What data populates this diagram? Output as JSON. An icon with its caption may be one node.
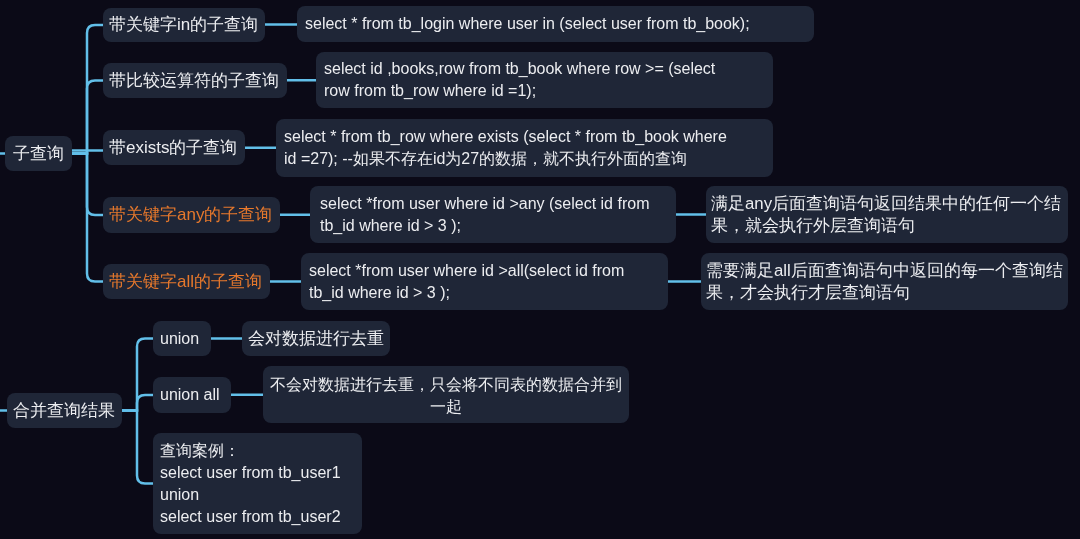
{
  "diagram": {
    "nodes": [
      {
        "text": [
          "子查询"
        ]
      },
      {
        "text": [
          "带关键字in的子查询"
        ]
      },
      {
        "text": [
          "select * from tb_login where user in (select user from tb_book);"
        ]
      },
      {
        "text": [
          "带比较运算符的子查询"
        ]
      },
      {
        "text": [
          "select id ,books,row from tb_book where row >= (select row from tb_row where id =1);"
        ]
      },
      {
        "text": [
          "带exists的子查询"
        ]
      },
      {
        "text": [
          "select * from tb_row where exists (select * from tb_book where id =27); --如果不存在id为27的数据，就不执行外面的查询"
        ]
      },
      {
        "text": [
          "带关键字any的子查询"
        ]
      },
      {
        "text": [
          "select *from user where id >any (select id from tb_id where id > 3 );"
        ]
      },
      {
        "text": [
          "满足any后面查询语句返回结果中的任何一个结果，就会执行外层查询语句"
        ]
      },
      {
        "text": [
          "带关键字all的子查询"
        ]
      },
      {
        "text": [
          "select *from user where id >all(select id from tb_id where id > 3 );"
        ]
      },
      {
        "text": [
          "需要满足all后面查询语句中返回的每一个查询结果，才会执行才层查询语句"
        ]
      },
      {
        "text": [
          "合并查询结果"
        ]
      },
      {
        "text": [
          "union"
        ]
      },
      {
        "text": [
          "会对数据进行去重"
        ]
      },
      {
        "text": [
          "union all"
        ]
      },
      {
        "text": [
          "不会对数据进行去重，只会将不同表的数据合并到一起"
        ]
      },
      {
        "text": [
          "查询案例：",
          "select user from tb_user1",
          "union",
          "select user from tb_user2"
        ]
      }
    ],
    "edges": [
      {
        "from": null,
        "to": 0,
        "arrow": "none"
      },
      {
        "from": 0,
        "to": 1,
        "arrow": "none"
      },
      {
        "from": 0,
        "to": 3,
        "arrow": "none"
      },
      {
        "from": 0,
        "to": 5,
        "arrow": "none"
      },
      {
        "from": 0,
        "to": 7,
        "arrow": "none"
      },
      {
        "from": 0,
        "to": 10,
        "arrow": "none"
      },
      {
        "from": 1,
        "to": 2,
        "arrow": "none"
      },
      {
        "from": 3,
        "to": 4,
        "arrow": "none"
      },
      {
        "from": 5,
        "to": 6,
        "arrow": "none"
      },
      {
        "from": 7,
        "to": 8,
        "arrow": "none"
      },
      {
        "from": 8,
        "to": 9,
        "arrow": "none"
      },
      {
        "from": 10,
        "to": 11,
        "arrow": "none"
      },
      {
        "from": 11,
        "to": 12,
        "arrow": "none"
      },
      {
        "from": null,
        "to": 13,
        "arrow": "none"
      },
      {
        "from": 13,
        "to": 14,
        "arrow": "none"
      },
      {
        "from": 13,
        "to": 16,
        "arrow": "none"
      },
      {
        "from": 13,
        "to": 18,
        "arrow": "none"
      },
      {
        "from": 14,
        "to": 15,
        "arrow": "none"
      },
      {
        "from": 16,
        "to": 17,
        "arrow": "none"
      }
    ]
  }
}
